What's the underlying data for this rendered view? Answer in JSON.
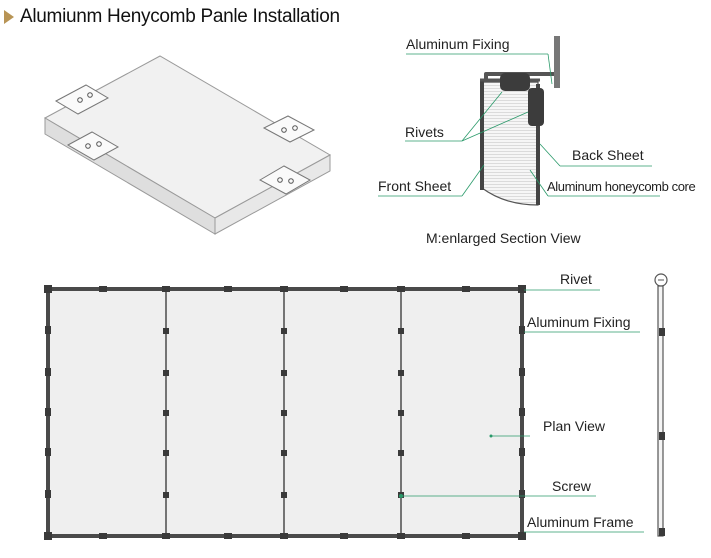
{
  "header": {
    "title": "Alumiunm Henycomb Panle Installation"
  },
  "section": {
    "fixing": "Aluminum Fixing",
    "rivets": "Rivets",
    "back_sheet": "Back Sheet",
    "front_sheet": "Front Sheet",
    "core": "Aluminum honeycomb core",
    "caption": "M:enlarged Section View"
  },
  "plan": {
    "rivet": "Rivet",
    "fixing": "Aluminum Fixing",
    "plan_view": "Plan View",
    "screw": "Screw",
    "frame": "Aluminum Frame"
  },
  "colors": {
    "accent": "#b89455",
    "leader": "#2a9a6a",
    "frame": "#555555"
  }
}
